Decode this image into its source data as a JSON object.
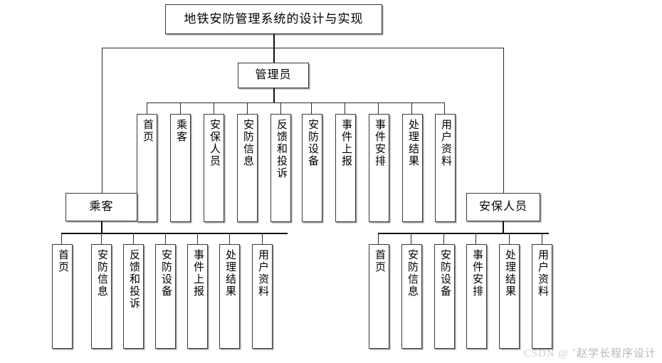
{
  "diagram": {
    "type": "function-structure-tree",
    "root": {
      "label": "地铁安防管理系统的设计与实现"
    },
    "roles": [
      {
        "key": "admin",
        "label": "管理员"
      },
      {
        "key": "passenger",
        "label": "乘客"
      },
      {
        "key": "security",
        "label": "安保人员"
      }
    ],
    "admin_children": [
      {
        "label": "首页"
      },
      {
        "label": "乘客"
      },
      {
        "label": "安保人员"
      },
      {
        "label": "安防信息"
      },
      {
        "label": "反馈和投诉"
      },
      {
        "label": "安防设备"
      },
      {
        "label": "事件上报"
      },
      {
        "label": "事件安排"
      },
      {
        "label": "处理结果"
      },
      {
        "label": "用户资料"
      }
    ],
    "passenger_children": [
      {
        "label": "首页"
      },
      {
        "label": "安防信息"
      },
      {
        "label": "反馈和投诉"
      },
      {
        "label": "安防设备"
      },
      {
        "label": "事件上报"
      },
      {
        "label": "处理结果"
      },
      {
        "label": "用户资料"
      }
    ],
    "security_children": [
      {
        "label": "首页"
      },
      {
        "label": "安防信息"
      },
      {
        "label": "安防设备"
      },
      {
        "label": "事件安排"
      },
      {
        "label": "处理结果"
      },
      {
        "label": "用户资料"
      }
    ]
  },
  "watermark": {
    "prefix": "CSDN @",
    "text": "˚赵学长程序设计"
  },
  "colors": {
    "box_border": "#3a3a3a",
    "box_shadow": "#9a9a9a",
    "line": "#2b2b2b",
    "background": "#ffffff",
    "watermark": "#cfcfcf"
  }
}
